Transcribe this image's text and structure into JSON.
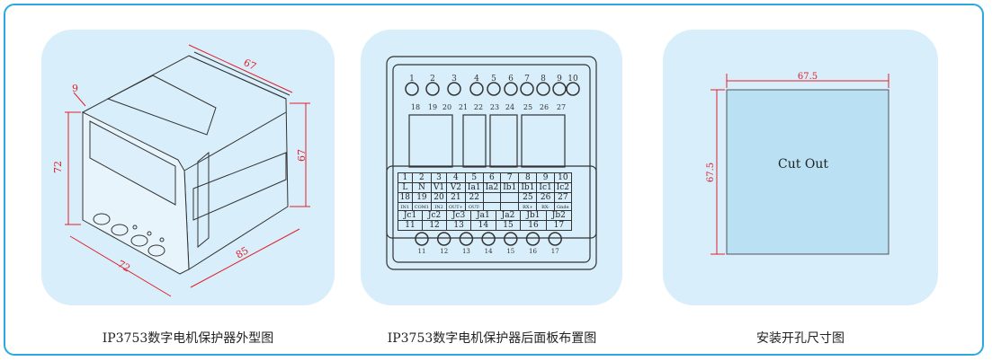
{
  "panels": [
    {
      "caption": "IP3753数字电机保护器外型图",
      "dims": {
        "depth_top": "67",
        "bezel": "9",
        "front_height": "72",
        "side_height": "67",
        "front_width": "72",
        "length": "85"
      }
    },
    {
      "caption": "IP3753数字电机保护器后面板布置图",
      "top_terminals": [
        "1",
        "2",
        "3",
        "4",
        "5",
        "6",
        "7",
        "8",
        "9",
        "10"
      ],
      "mid_terminals": [
        "18",
        "19",
        "20",
        "21",
        "22",
        "23",
        "24",
        "25",
        "26",
        "27"
      ],
      "bottom_terminals": [
        "11",
        "12",
        "13",
        "14",
        "15",
        "16",
        "17"
      ],
      "table": {
        "row1": [
          "1",
          "2",
          "3",
          "4",
          "5",
          "6",
          "7",
          "8",
          "9",
          "10"
        ],
        "row2": [
          "L",
          "N",
          "V1",
          "V2",
          "Ia1",
          "Ia2",
          "Ib1",
          "Ib1",
          "Ic1",
          "Ic2"
        ],
        "row3": [
          "18",
          "19",
          "20",
          "21",
          "22",
          "",
          "",
          "25",
          "26",
          "27"
        ],
        "row4": [
          "IN1",
          "COM1",
          "IN2",
          "OUT+",
          "OUT-",
          "",
          "",
          "RX+",
          "RX-",
          "Gnde"
        ],
        "row5": [
          "Jc1",
          "Jc2",
          "Jc3",
          "Ja1",
          "Ja2",
          "Jb1",
          "Jb2"
        ],
        "row6": [
          "11",
          "12",
          "13",
          "14",
          "15",
          "16",
          "17"
        ]
      }
    },
    {
      "caption": "安装开孔尺寸图",
      "cutout_label": "Cut Out",
      "width_dim": "67.5",
      "height_dim": "67.5"
    }
  ],
  "colors": {
    "border": "#29a9e0",
    "panel": "#d8eefa",
    "dim": "#e0202a",
    "cutout": "#b9e0f3"
  }
}
